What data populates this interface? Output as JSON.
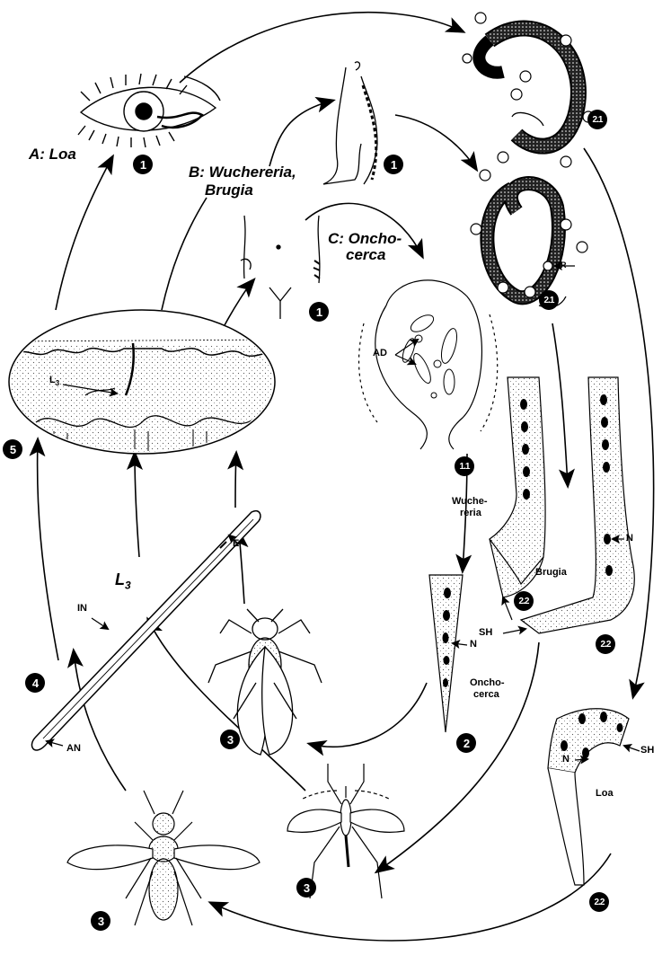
{
  "titles": {
    "loa": "A: Loa",
    "wuchereria_line1": "B: Wuchereria,",
    "wuchereria_line2": "Brugia",
    "oncho_line1": "C: Oncho-",
    "oncho_line2": "cerca"
  },
  "labels": {
    "ad": "AD",
    "er": "ER",
    "l3_skin": "L",
    "l3_skin_sub": "3",
    "l3_larva": "L",
    "l3_larva_sub": "3",
    "e": "E",
    "in": "IN",
    "an": "AN",
    "n_oncho": "N",
    "n_brugia": "N",
    "n_loa": "N",
    "sh_brugia": "SH",
    "sh_loa": "SH",
    "wuchereria_line1": "Wuche-",
    "wuchereria_line2": "reria",
    "brugia": "Brugia",
    "oncho_mf_line1": "Oncho-",
    "oncho_mf_line2": "cerca",
    "loa_mf": "Loa"
  },
  "badges": {
    "eye": "1",
    "leg": "1",
    "torso": "1",
    "nodule": "1.1",
    "mf_upper": "2.1",
    "mf_lower": "2.1",
    "skin": "5",
    "larva": "4",
    "fly": "3",
    "mosquito": "3",
    "tabanid": "3",
    "oncho_mf": "2",
    "wuch_mf": "2.2",
    "brugia_mf": "2.2",
    "loa_mf": "2.2"
  }
}
